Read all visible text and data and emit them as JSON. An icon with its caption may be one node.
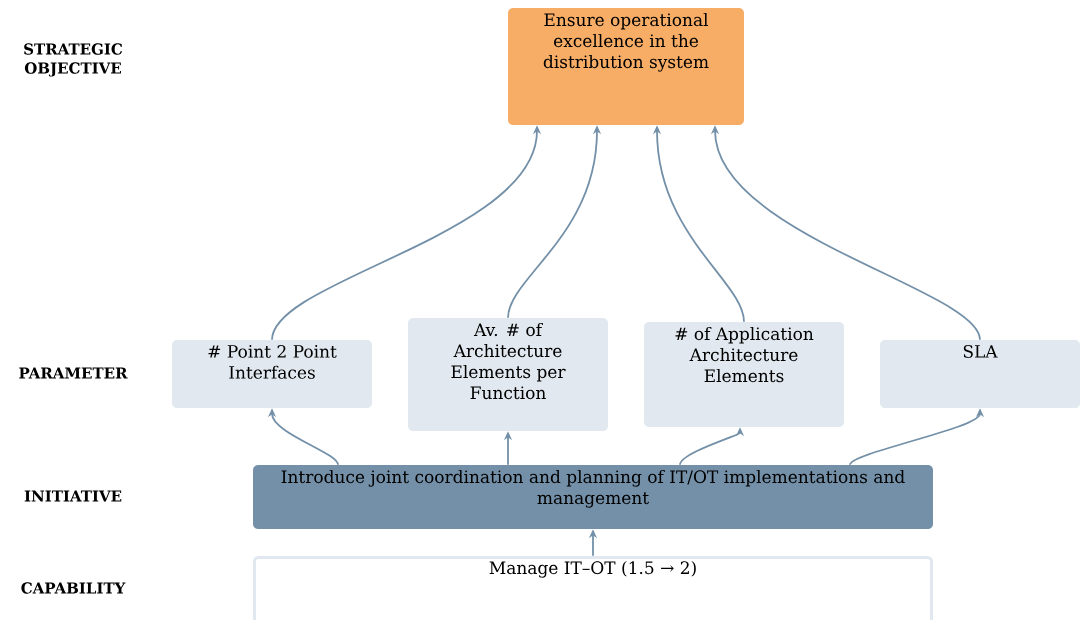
{
  "diagram": {
    "nodes": [
      {
        "text": [
          "Ensure operational excellence in the distribution system"
        ]
      },
      {
        "text": [
          "# Point 2 Point Interfaces"
        ]
      },
      {
        "text": [
          "Av. # of Architecture Elements per Function"
        ]
      },
      {
        "text": [
          "# of Application Architecture Elements"
        ]
      },
      {
        "text": [
          "SLA"
        ]
      },
      {
        "text": [
          "Introduce joint coordination and planning of IT/OT implementations and management"
        ]
      },
      {
        "text": [
          "Manage IT–OT (1.5 → 2)"
        ]
      }
    ],
    "edges": [
      {
        "from": 1,
        "to": 0,
        "arrow": "to"
      },
      {
        "from": 2,
        "to": 0,
        "arrow": "to"
      },
      {
        "from": 3,
        "to": 0,
        "arrow": "to"
      },
      {
        "from": 4,
        "to": 0,
        "arrow": "to"
      },
      {
        "from": 5,
        "to": 1,
        "arrow": "to"
      },
      {
        "from": 5,
        "to": 2,
        "arrow": "to"
      },
      {
        "from": 5,
        "to": 3,
        "arrow": "to"
      },
      {
        "from": 5,
        "to": 4,
        "arrow": "to"
      },
      {
        "from": 6,
        "to": 5,
        "arrow": "to"
      }
    ],
    "labels": [
      "STRATEGIC OBJECTIVE",
      "PARAMETER",
      "INITIATIVE",
      "CAPABILITY"
    ]
  }
}
